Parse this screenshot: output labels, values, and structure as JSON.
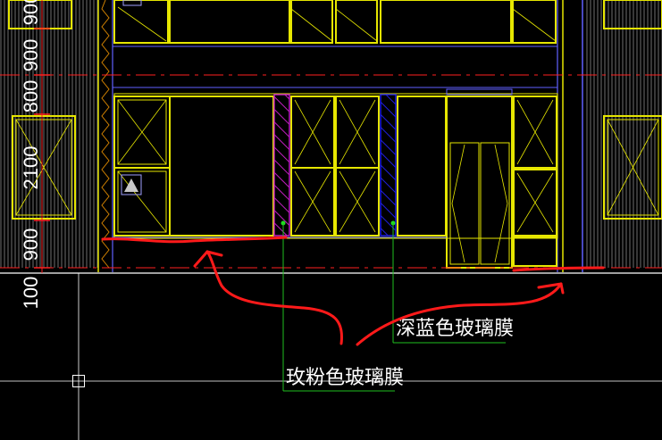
{
  "dimensions": {
    "labels": [
      "900",
      "800",
      "900",
      "2100",
      "900",
      "100"
    ]
  },
  "callouts": {
    "dark_blue_film": "深蓝色玻璃膜",
    "rose_pink_film": "玫粉色玻璃膜"
  },
  "colors": {
    "background": "#000000",
    "frame_yellow": "#e6e600",
    "grey_line": "#8a8a8a",
    "red_axis": "#ff2020",
    "red_markup": "#ff1a1a",
    "magenta_hatch": "#c020c0",
    "blue_hatch": "#2020e0",
    "leader_green": "#20c020",
    "outline_blue": "#6060ff",
    "text_white": "#ffffff"
  },
  "icons": {
    "crosshair": "crosshair-cursor-icon",
    "triangle_marker": "triangle-marker-icon"
  }
}
